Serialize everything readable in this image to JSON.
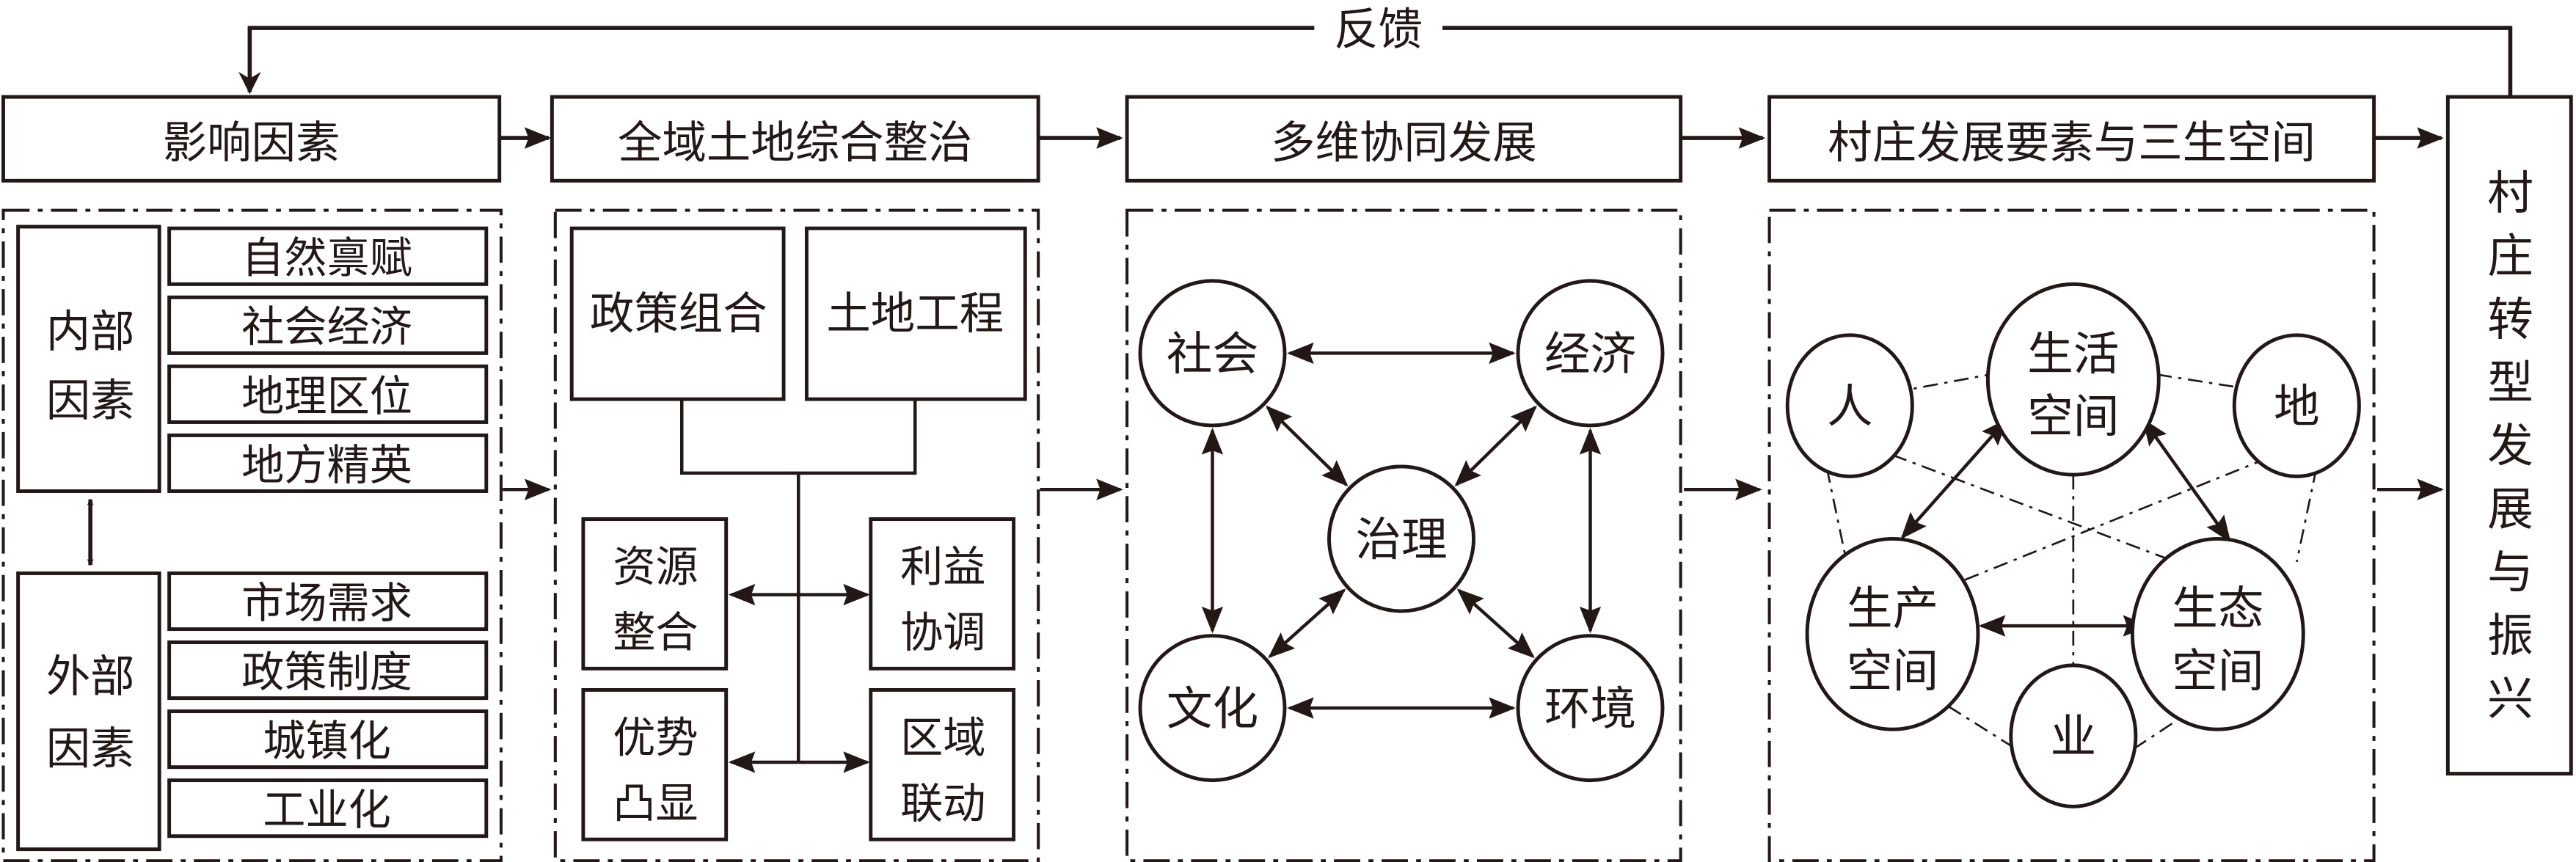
{
  "feedback": {
    "label": "反馈"
  },
  "headers": [
    {
      "id": "influence",
      "label": "影响因素"
    },
    {
      "id": "consolidation",
      "label": "全域土地综合整治"
    },
    {
      "id": "synergy",
      "label": "多维协同发展"
    },
    {
      "id": "elements",
      "label": "村庄发展要素与三生空间"
    }
  ],
  "outcome": {
    "chars": [
      "村",
      "庄",
      "转",
      "型",
      "发",
      "展",
      "与",
      "振",
      "兴"
    ]
  },
  "panel1": {
    "internal": {
      "lines": [
        "内部",
        "因素"
      ],
      "items": [
        "自然禀赋",
        "社会经济",
        "地理区位",
        "地方精英"
      ]
    },
    "external": {
      "lines": [
        "外部",
        "因素"
      ],
      "items": [
        "市场需求",
        "政策制度",
        "城镇化",
        "工业化"
      ]
    }
  },
  "panel2": {
    "top": [
      "政策组合",
      "土地工程"
    ],
    "effects": [
      {
        "lines": [
          "资源",
          "整合"
        ]
      },
      {
        "lines": [
          "利益",
          "协调"
        ]
      },
      {
        "lines": [
          "优势",
          "凸显"
        ]
      },
      {
        "lines": [
          "区域",
          "联动"
        ]
      }
    ]
  },
  "panel3": {
    "nodes": {
      "society": "社会",
      "economy": "经济",
      "governance": "治理",
      "culture": "文化",
      "environment": "环境"
    }
  },
  "panel4": {
    "spaces": {
      "living": [
        "生活",
        "空间"
      ],
      "production": [
        "生产",
        "空间"
      ],
      "ecology": [
        "生态",
        "空间"
      ]
    },
    "elements": {
      "people": "人",
      "land": "地",
      "industry": "业"
    }
  },
  "colors": {
    "ink": "#231815",
    "background": "#ffffff"
  }
}
